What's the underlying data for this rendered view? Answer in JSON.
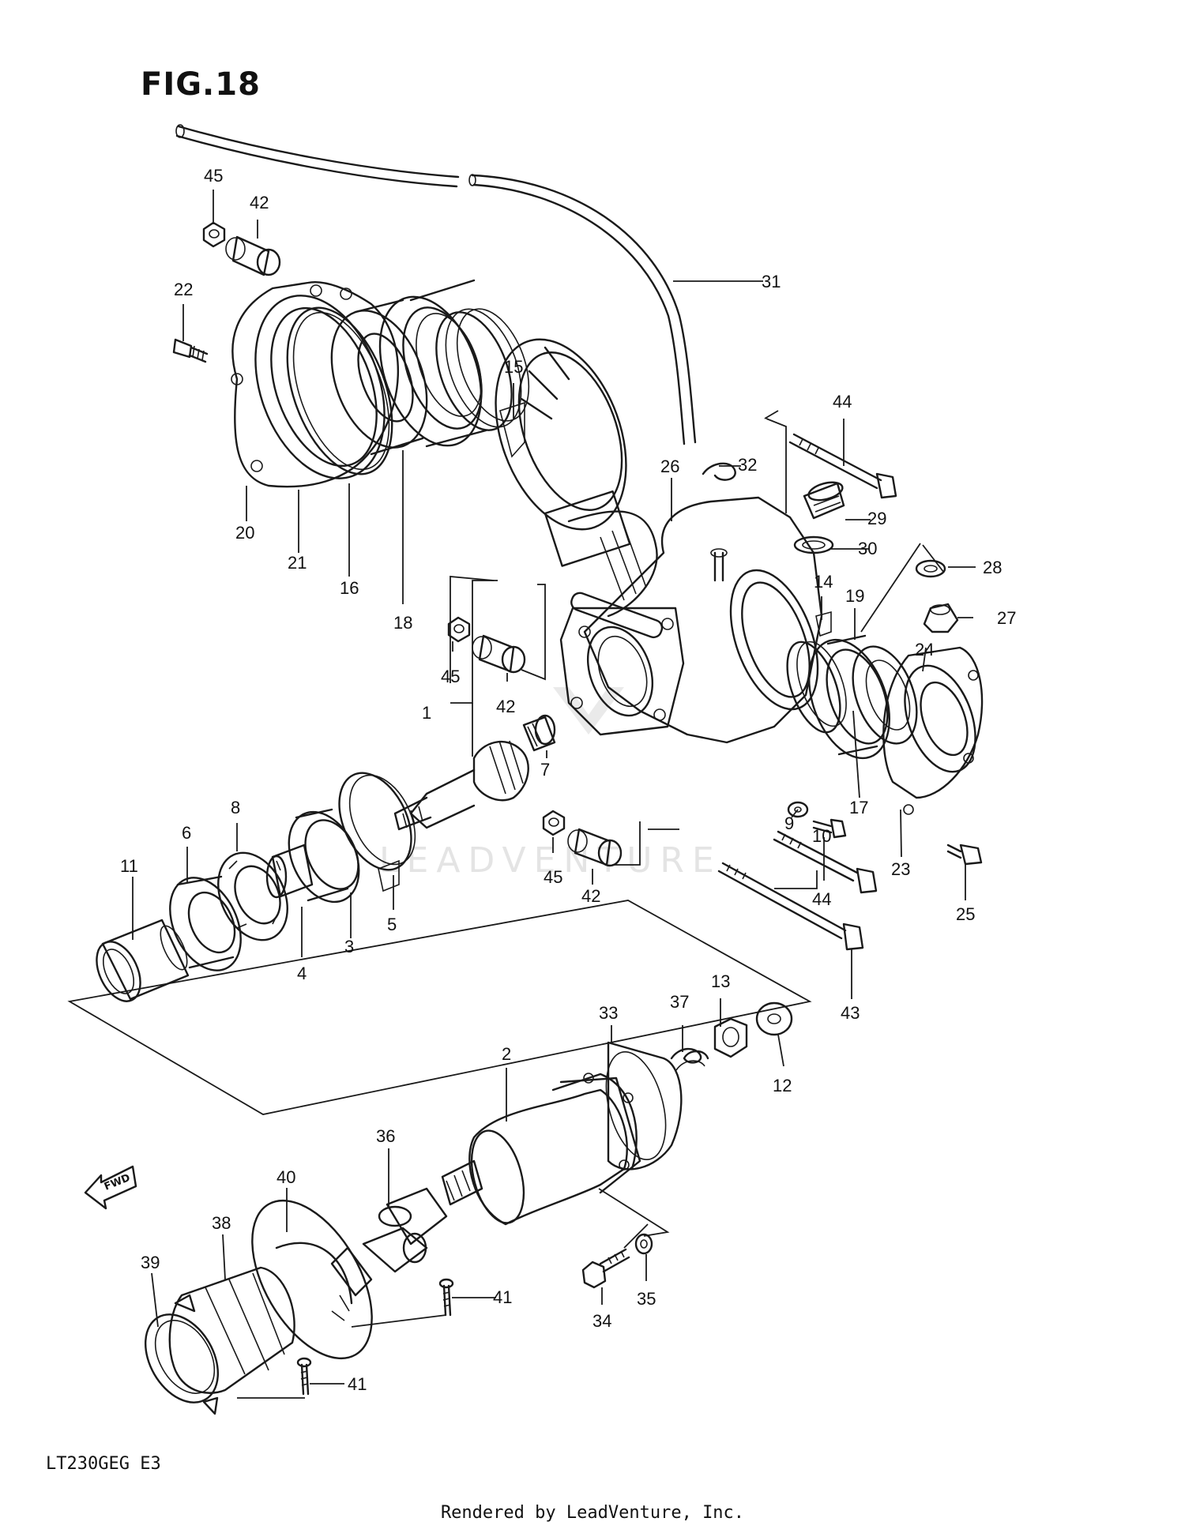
{
  "figure": {
    "title": "FIG.18",
    "model_code": "LT230GEG  E3",
    "rendered_by": "Rendered by LeadVenture, Inc.",
    "watermark": "LEADVENTURE",
    "fwd_label": "FWD"
  },
  "callouts": [
    {
      "id": "c1",
      "label": "1"
    },
    {
      "id": "c2",
      "label": "2"
    },
    {
      "id": "c3",
      "label": "3"
    },
    {
      "id": "c4",
      "label": "4"
    },
    {
      "id": "c5",
      "label": "5"
    },
    {
      "id": "c6",
      "label": "6"
    },
    {
      "id": "c7",
      "label": "7"
    },
    {
      "id": "c8",
      "label": "8"
    },
    {
      "id": "c9",
      "label": "9"
    },
    {
      "id": "c10",
      "label": "10"
    },
    {
      "id": "c11",
      "label": "11"
    },
    {
      "id": "c12",
      "label": "12"
    },
    {
      "id": "c13",
      "label": "13"
    },
    {
      "id": "c14",
      "label": "14"
    },
    {
      "id": "c15",
      "label": "15"
    },
    {
      "id": "c16",
      "label": "16"
    },
    {
      "id": "c17",
      "label": "17"
    },
    {
      "id": "c18",
      "label": "18"
    },
    {
      "id": "c19",
      "label": "19"
    },
    {
      "id": "c20",
      "label": "20"
    },
    {
      "id": "c21",
      "label": "21"
    },
    {
      "id": "c22",
      "label": "22"
    },
    {
      "id": "c23",
      "label": "23"
    },
    {
      "id": "c24",
      "label": "24"
    },
    {
      "id": "c25",
      "label": "25"
    },
    {
      "id": "c26",
      "label": "26"
    },
    {
      "id": "c27",
      "label": "27"
    },
    {
      "id": "c28",
      "label": "28"
    },
    {
      "id": "c29",
      "label": "29"
    },
    {
      "id": "c30",
      "label": "30"
    },
    {
      "id": "c31",
      "label": "31"
    },
    {
      "id": "c32",
      "label": "32"
    },
    {
      "id": "c33",
      "label": "33"
    },
    {
      "id": "c34",
      "label": "34"
    },
    {
      "id": "c35",
      "label": "35"
    },
    {
      "id": "c36",
      "label": "36"
    },
    {
      "id": "c37",
      "label": "37"
    },
    {
      "id": "c38",
      "label": "38"
    },
    {
      "id": "c39",
      "label": "39"
    },
    {
      "id": "c40",
      "label": "40"
    },
    {
      "id": "c41a",
      "label": "41"
    },
    {
      "id": "c41b",
      "label": "41"
    },
    {
      "id": "c42a",
      "label": "42"
    },
    {
      "id": "c42b",
      "label": "42"
    },
    {
      "id": "c42c",
      "label": "42"
    },
    {
      "id": "c43",
      "label": "43"
    },
    {
      "id": "c44a",
      "label": "44"
    },
    {
      "id": "c44b",
      "label": "44"
    },
    {
      "id": "c45a",
      "label": "45"
    },
    {
      "id": "c45b",
      "label": "45"
    },
    {
      "id": "c45c",
      "label": "45"
    }
  ]
}
